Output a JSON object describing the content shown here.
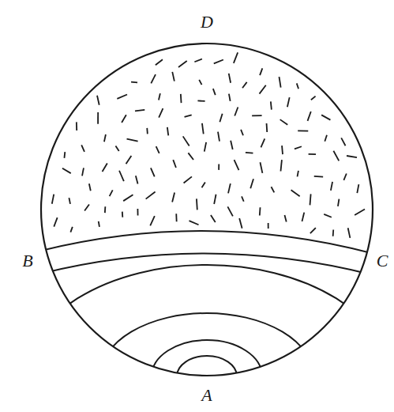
{
  "diagram": {
    "labels": [
      "D",
      "B",
      "C",
      "A"
    ]
  }
}
